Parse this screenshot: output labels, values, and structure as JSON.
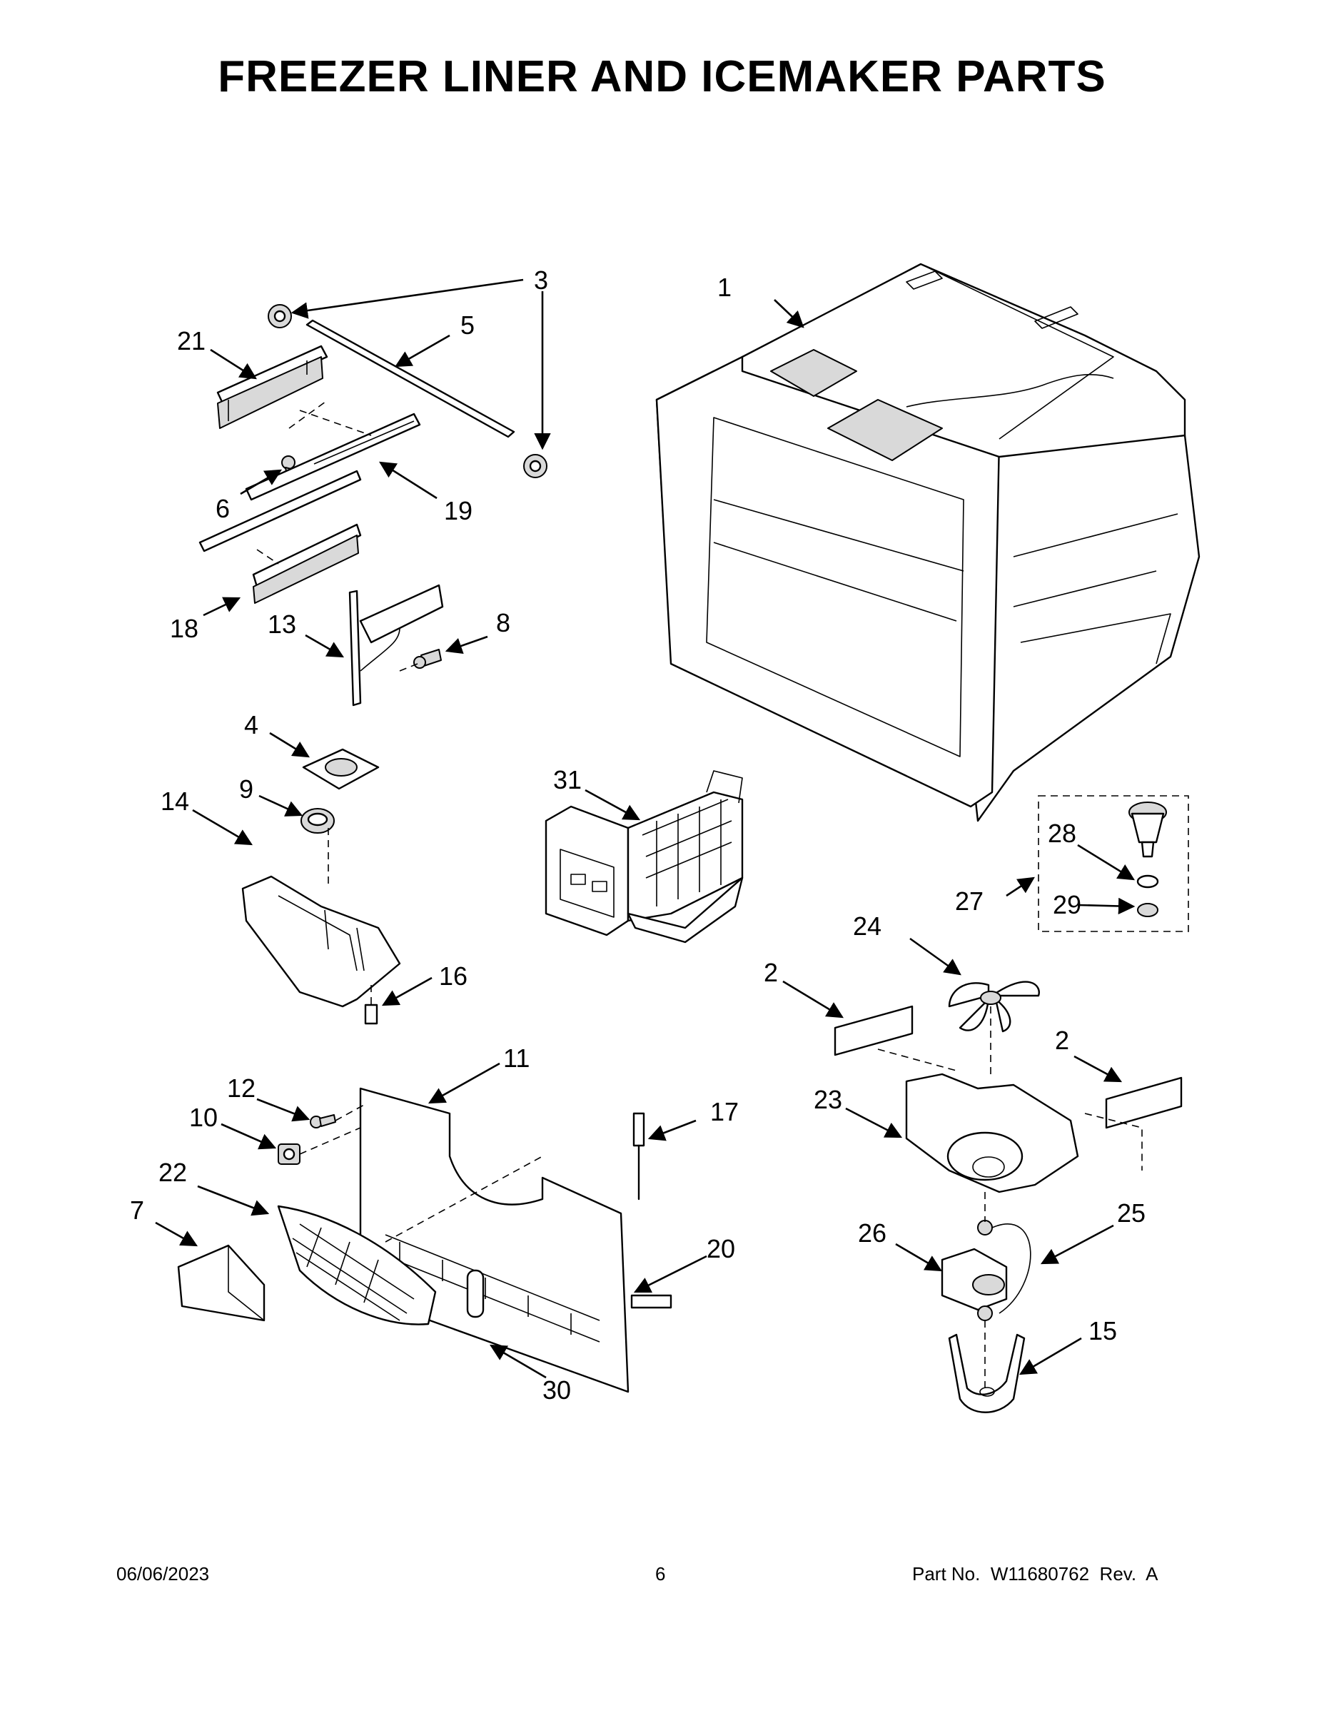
{
  "title": "FREEZER LINER AND ICEMAKER PARTS",
  "callouts": [
    {
      "id": "1",
      "label": "1"
    },
    {
      "id": "2a",
      "label": "2"
    },
    {
      "id": "2b",
      "label": "2"
    },
    {
      "id": "3",
      "label": "3"
    },
    {
      "id": "4",
      "label": "4"
    },
    {
      "id": "5",
      "label": "5"
    },
    {
      "id": "6",
      "label": "6"
    },
    {
      "id": "7",
      "label": "7"
    },
    {
      "id": "8",
      "label": "8"
    },
    {
      "id": "9",
      "label": "9"
    },
    {
      "id": "10",
      "label": "10"
    },
    {
      "id": "11",
      "label": "11"
    },
    {
      "id": "12",
      "label": "12"
    },
    {
      "id": "13",
      "label": "13"
    },
    {
      "id": "14",
      "label": "14"
    },
    {
      "id": "15",
      "label": "15"
    },
    {
      "id": "16",
      "label": "16"
    },
    {
      "id": "17",
      "label": "17"
    },
    {
      "id": "18",
      "label": "18"
    },
    {
      "id": "19",
      "label": "19"
    },
    {
      "id": "20",
      "label": "20"
    },
    {
      "id": "21",
      "label": "21"
    },
    {
      "id": "22",
      "label": "22"
    },
    {
      "id": "23",
      "label": "23"
    },
    {
      "id": "24",
      "label": "24"
    },
    {
      "id": "25",
      "label": "25"
    },
    {
      "id": "26",
      "label": "26"
    },
    {
      "id": "27",
      "label": "27"
    },
    {
      "id": "28",
      "label": "28"
    },
    {
      "id": "29",
      "label": "29"
    },
    {
      "id": "30",
      "label": "30"
    },
    {
      "id": "31",
      "label": "31"
    }
  ],
  "footer": {
    "date": "06/06/2023",
    "page": "6",
    "part_number": "Part No.  W11680762  Rev.  A"
  }
}
